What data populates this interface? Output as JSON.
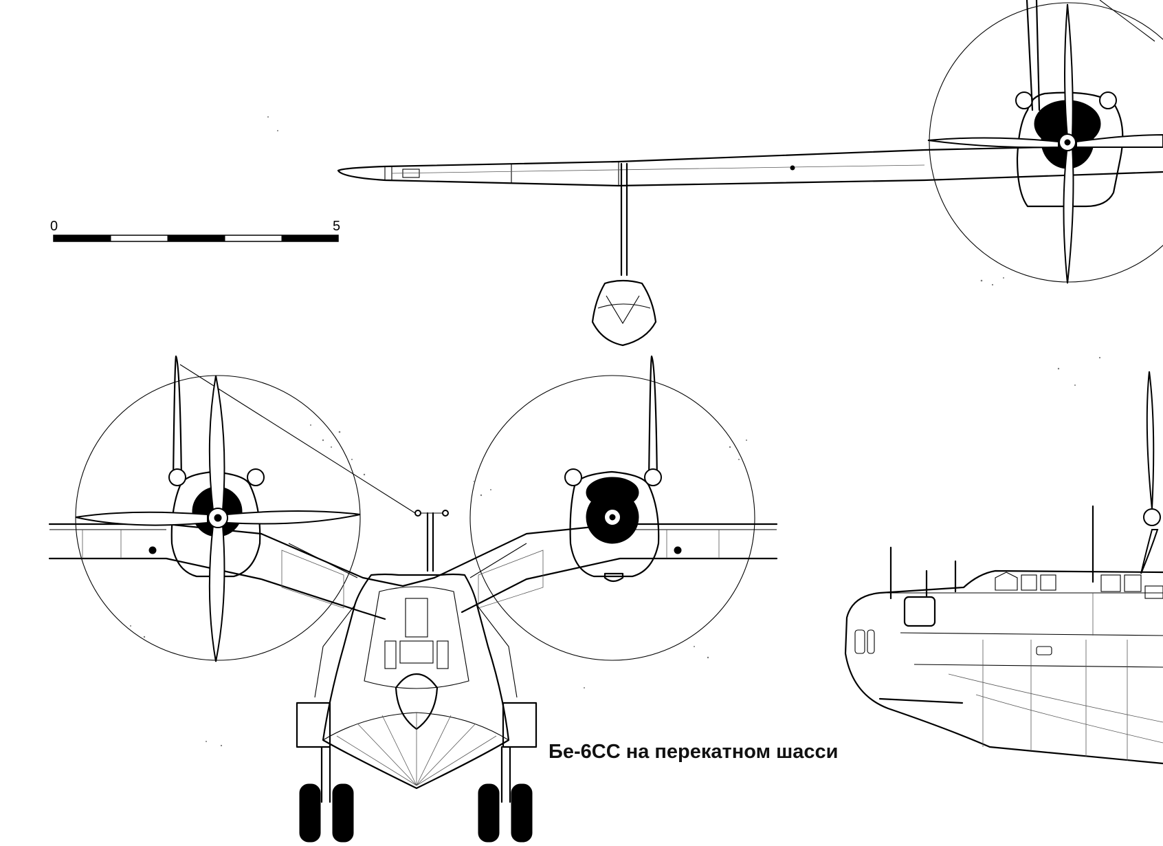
{
  "scale_bar": {
    "start_label": "0",
    "end_label": "5"
  },
  "caption": "Бе-6СС на перекатном шасси",
  "colors": {
    "ink": "#000000",
    "paper": "#ffffff"
  }
}
